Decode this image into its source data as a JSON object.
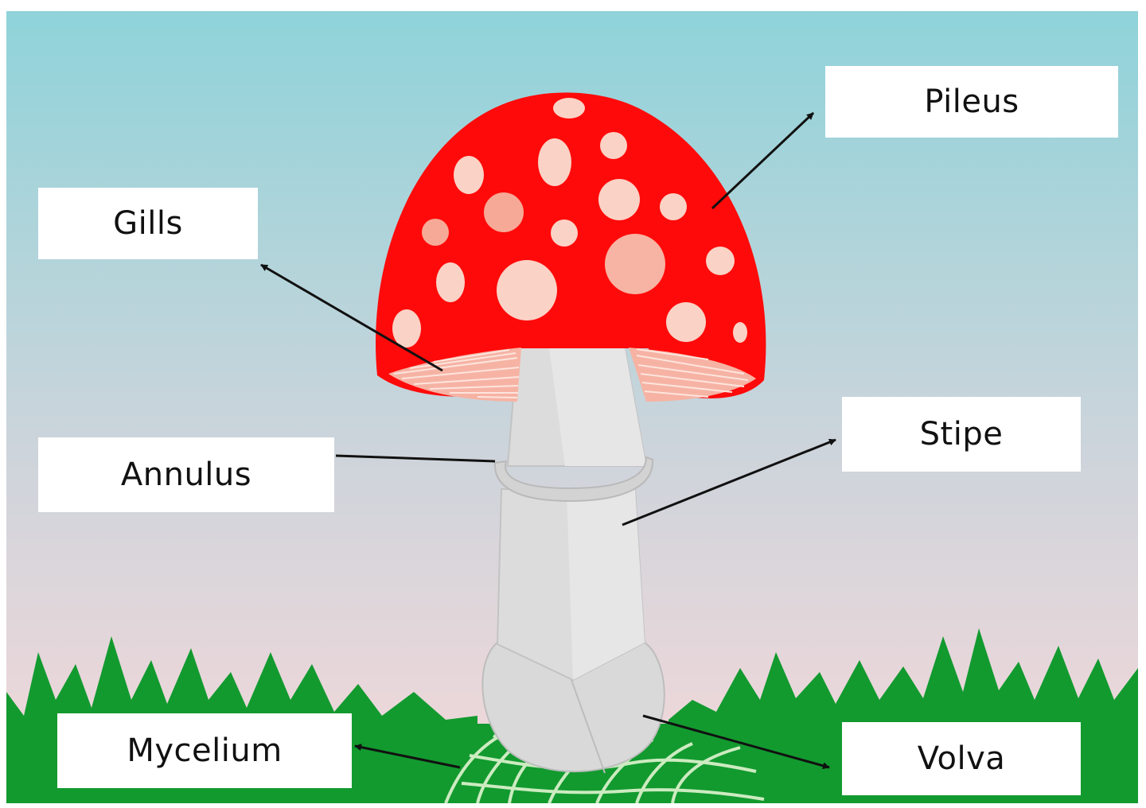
{
  "labels": {
    "pileus": "Pileus",
    "gills": "Gills",
    "annulus": "Annulus",
    "stipe": "Stipe",
    "mycelium": "Mycelium",
    "volva": "Volva"
  },
  "colors": {
    "sky_top": "#8fd3da",
    "sky_bottom": "#f5d8da",
    "cap_red": "#ff0a0a",
    "spot": "#fbd2c6",
    "stipe_grey": "#d9d9d9",
    "grass_green": "#129a2f",
    "label_bg": "#ffffff",
    "arrow": "#111111"
  },
  "icons": {
    "cap": "amanita-cap-icon",
    "stipe": "stipe-shape-icon",
    "grass": "grass-tuft-icon",
    "mycelium": "mycelium-threads-icon"
  }
}
